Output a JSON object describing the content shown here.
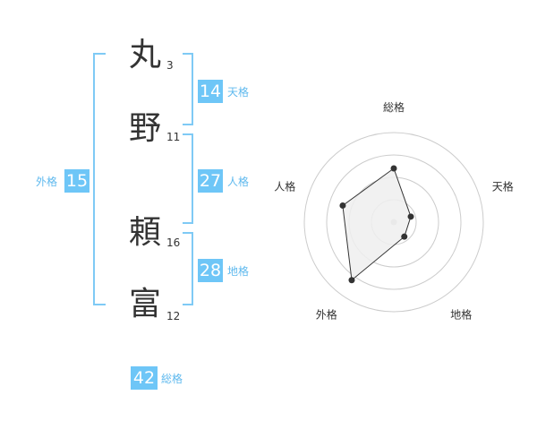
{
  "name": {
    "chars": [
      {
        "kanji": "丸",
        "strokes": "3"
      },
      {
        "kanji": "野",
        "strokes": "11"
      },
      {
        "kanji": "頼",
        "strokes": "16"
      },
      {
        "kanji": "富",
        "strokes": "12"
      }
    ]
  },
  "fortune": {
    "tenkaku": {
      "value": "14",
      "label": "天格"
    },
    "jinkaku": {
      "value": "27",
      "label": "人格"
    },
    "chikaku": {
      "value": "28",
      "label": "地格"
    },
    "gaikaku": {
      "value": "15",
      "label": "外格"
    },
    "soukaku": {
      "value": "42",
      "label": "総格"
    }
  },
  "chart_data": {
    "type": "radar",
    "axes": [
      "総格",
      "天格",
      "地格",
      "外格",
      "人格"
    ],
    "values": [
      3,
      1,
      1,
      4,
      3
    ],
    "range": [
      0,
      5
    ],
    "rings": 4,
    "grid": true,
    "colors": {
      "line": "#333333",
      "fill": "#eeeeee",
      "ring": "#cccccc",
      "center": "#c8c8c8"
    }
  },
  "colors": {
    "accent": "#6ec6f7",
    "label": "#5fb9ee",
    "text": "#333333"
  }
}
